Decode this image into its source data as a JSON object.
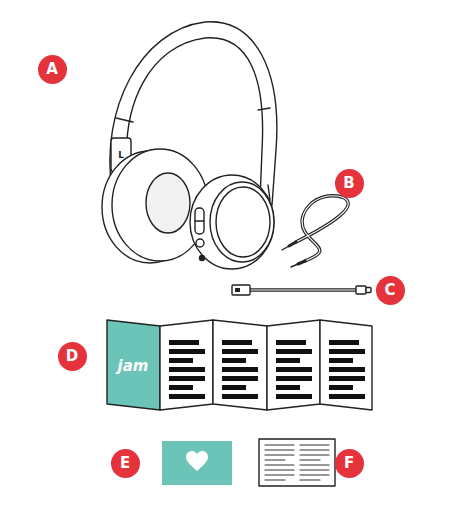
{
  "diagram": {
    "nodes": [
      {
        "text": [
          "A"
        ]
      },
      {
        "text": [
          "B"
        ]
      },
      {
        "text": [
          "C"
        ]
      },
      {
        "text": [
          "D"
        ]
      },
      {
        "text": [
          "E"
        ]
      },
      {
        "text": [
          "F"
        ]
      }
    ],
    "labels": [
      "L",
      "jam"
    ]
  }
}
